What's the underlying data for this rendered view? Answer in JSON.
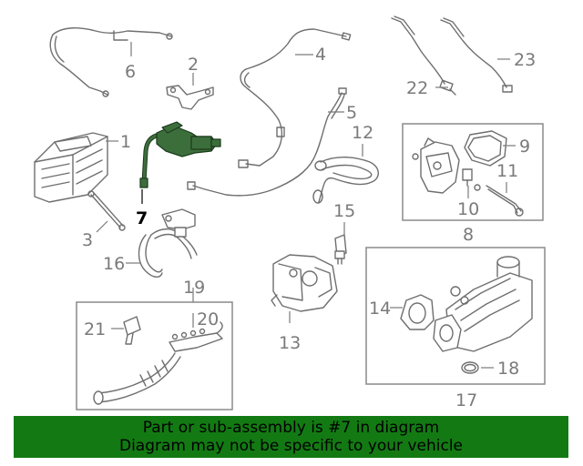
{
  "callouts": {
    "c1": "1",
    "c2": "2",
    "c3": "3",
    "c4": "4",
    "c5": "5",
    "c6": "6",
    "c7": "7",
    "c8": "8",
    "c9": "9",
    "c10": "10",
    "c11": "11",
    "c12": "12",
    "c13": "13",
    "c14": "14",
    "c15": "15",
    "c16": "16",
    "c17": "17",
    "c18": "18",
    "c19": "19",
    "c20": "20",
    "c21": "21",
    "c22": "22",
    "c23": "23"
  },
  "highlighted_part": "7",
  "colors": {
    "highlight_part": "#3c6e3c",
    "banner_background": "#137a13",
    "callout_text": "#7a7a7a"
  },
  "banner": {
    "line1": "Part or sub-assembly is #7 in diagram",
    "line2": "Diagram may not be specific to your vehicle"
  }
}
